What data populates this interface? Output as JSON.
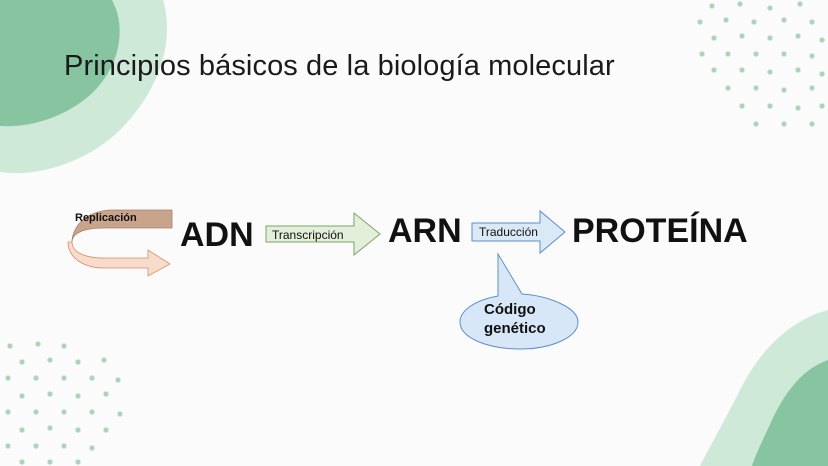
{
  "slide": {
    "title": "Principios básicos de la biología molecular"
  },
  "diagram": {
    "nodes": {
      "adn": "ADN",
      "arn": "ARN",
      "proteina": "PROTEÍNA"
    },
    "processes": {
      "replication": "Replicación",
      "transcription": "Transcripción",
      "translation": "Traducción"
    },
    "callout": {
      "line1": "Código",
      "line2": "genético"
    }
  },
  "colors": {
    "decoration_green_dark": "#7fc19b",
    "decoration_green_light": "#c4e3cf",
    "dots": "#a9d3b8",
    "transcription_arrow_fill": "#e3efd9",
    "translation_arrow_fill": "#dbe9f7",
    "replication_arrow_top": "#c9a48c",
    "replication_arrow_bottom": "#f7dccb",
    "callout_fill": "#d8e7f7",
    "arrow_stroke": "#7ba46b",
    "blue_stroke": "#5b8fc9"
  }
}
